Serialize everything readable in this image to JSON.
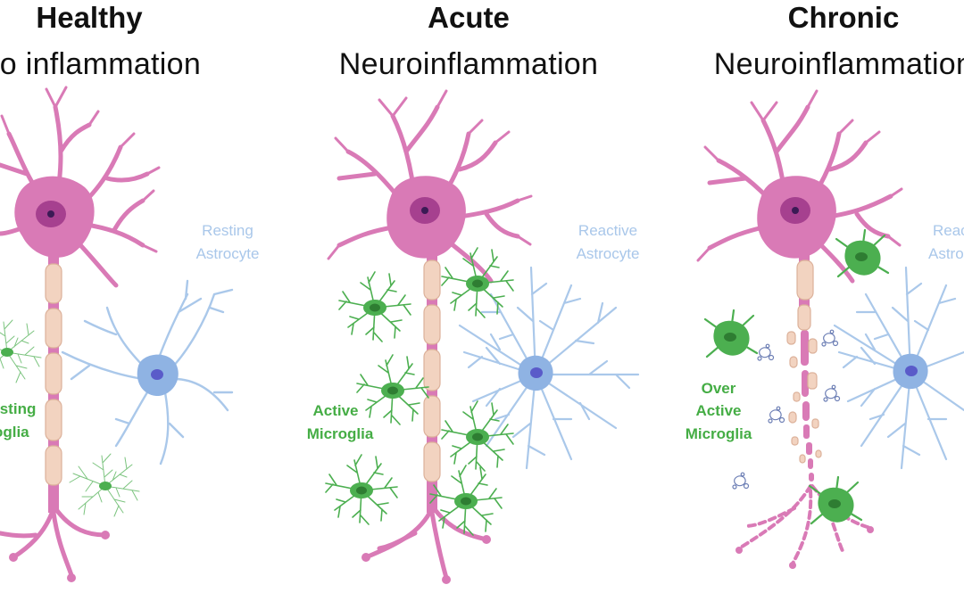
{
  "panels": [
    {
      "title": "Healthy",
      "subtitle": "No inflammation",
      "astrocyte_label": [
        "Resting",
        "Astrocyte"
      ],
      "microglia_label": [
        "Resting",
        "Microglia"
      ]
    },
    {
      "title": "Acute",
      "subtitle": "Neuroinflammation",
      "astrocyte_label": [
        "Reactive",
        "Astrocyte"
      ],
      "microglia_label": [
        "Active",
        "Microglia"
      ]
    },
    {
      "title": "Chronic",
      "subtitle": "Neuroinflammation",
      "astrocyte_label": [
        "Reactive",
        "Astrocyte"
      ],
      "microglia_label": [
        "Over",
        "Active",
        "Microglia"
      ]
    }
  ],
  "colors": {
    "neuron": "#d97ab6",
    "neuron_stroke": "#b8559a",
    "nucleus": "#a6408f",
    "nucleolus": "#3b1a55",
    "myelin": "#f2d3c0",
    "myelin_stroke": "#dcb19a",
    "astrocyte": "#aac8ea",
    "astrocyte_body": "#8fb3e3",
    "astrocyte_nucleus": "#5a5bc9",
    "microglia": "#4caf50",
    "debris": "#6d7fb5"
  }
}
